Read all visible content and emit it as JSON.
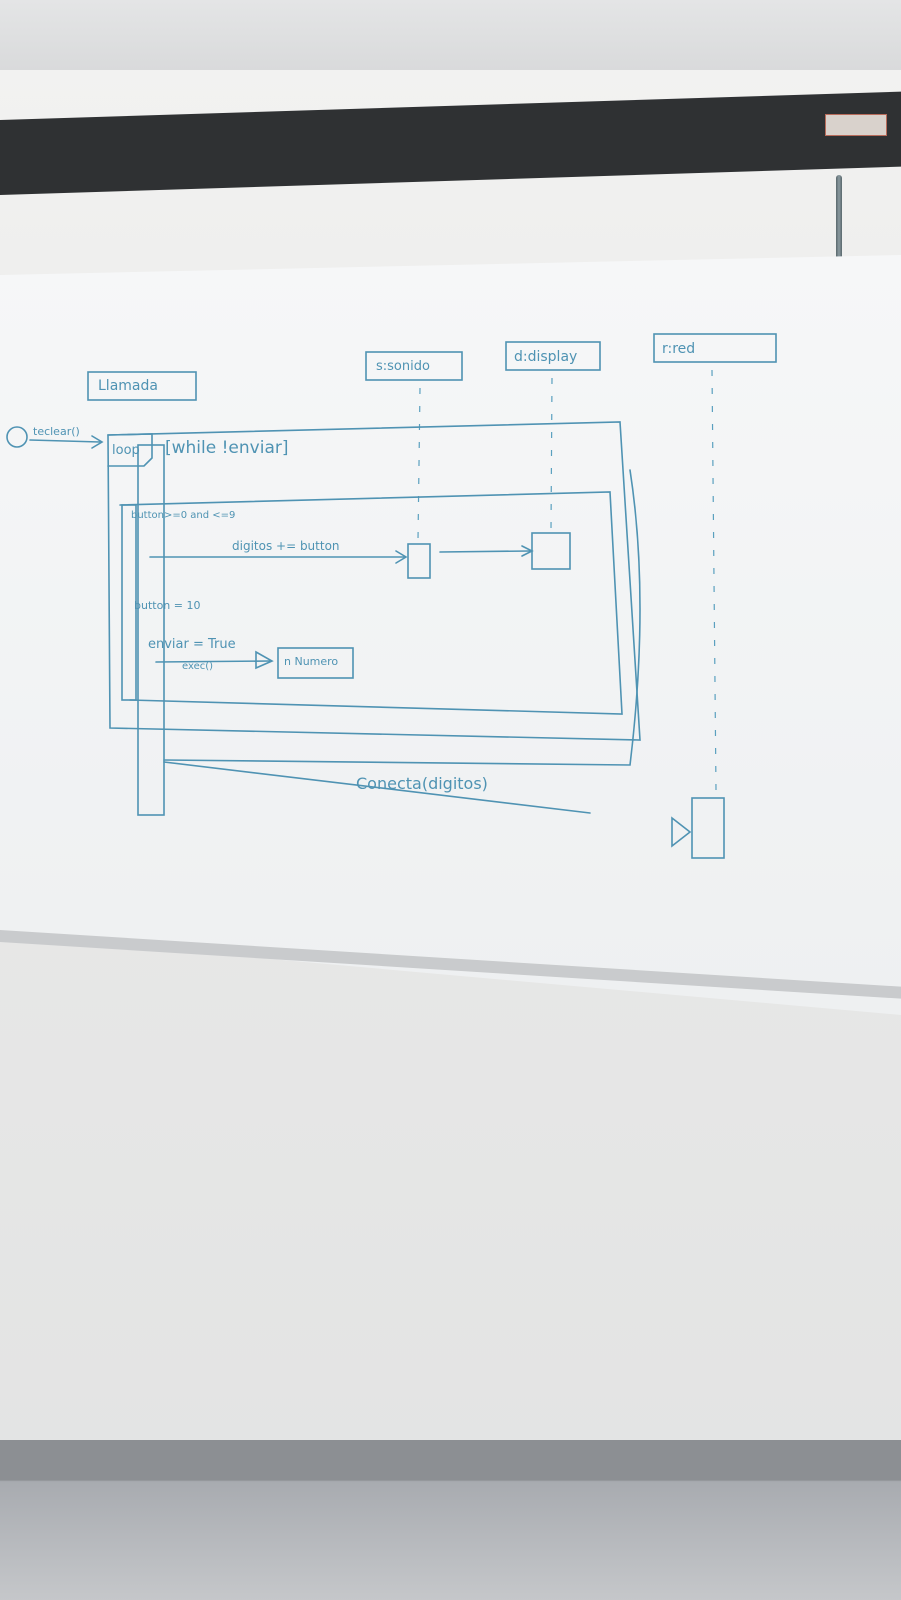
{
  "diagram": {
    "lifelines": [
      {
        "id": "llamada",
        "label": "Llamada"
      },
      {
        "id": "sonido",
        "label": "s:sonido"
      },
      {
        "id": "display",
        "label": "d:display"
      },
      {
        "id": "red",
        "label": "r:red"
      }
    ],
    "messages": {
      "teclear": "teclear()",
      "digitos": "digitos += button",
      "enviar": "enviar = True",
      "enviar_sub": "exec()",
      "numero": "n Numero",
      "conecta": "Conecta(digitos)"
    },
    "fragment": {
      "operator": "loop",
      "guard": "[while !enviar]",
      "cond1": "button>=0 and <=9",
      "cond2": "button = 10"
    }
  },
  "colors": {
    "ink": "#4f93b3",
    "board": "#f4f6f7",
    "frame": "#2f3133"
  }
}
